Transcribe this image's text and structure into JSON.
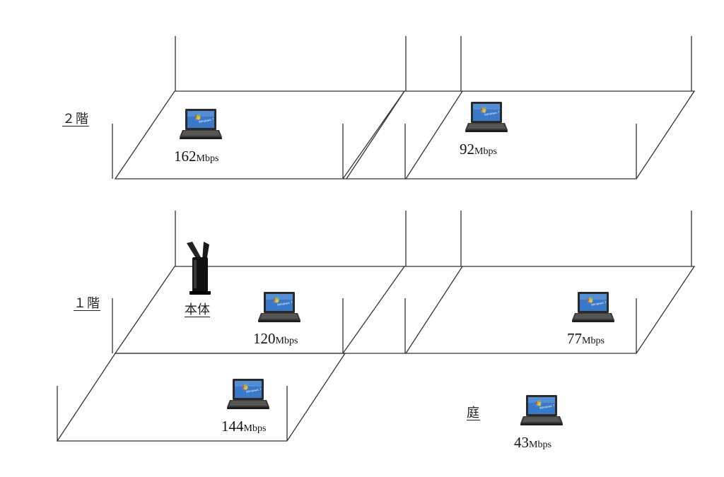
{
  "floors": {
    "second": "２階",
    "first": "１階",
    "garden": "庭"
  },
  "router": {
    "label": "本体",
    "icon": "wireless-router-icon"
  },
  "measurements": [
    {
      "id": "2f-left",
      "value": "162",
      "unit": "Mbps"
    },
    {
      "id": "2f-right",
      "value": "92",
      "unit": "Mbps"
    },
    {
      "id": "1f-mid",
      "value": "120",
      "unit": "Mbps"
    },
    {
      "id": "1f-right",
      "value": "77",
      "unit": "Mbps"
    },
    {
      "id": "1f-front",
      "value": "144",
      "unit": "Mbps"
    },
    {
      "id": "garden",
      "value": "43",
      "unit": "Mbps"
    }
  ],
  "laptop": {
    "icon": "laptop-icon",
    "os_text": "Windows 7"
  },
  "colors": {
    "line": "#333333",
    "screen": "#3a78c8",
    "body": "#2a2a2a"
  }
}
